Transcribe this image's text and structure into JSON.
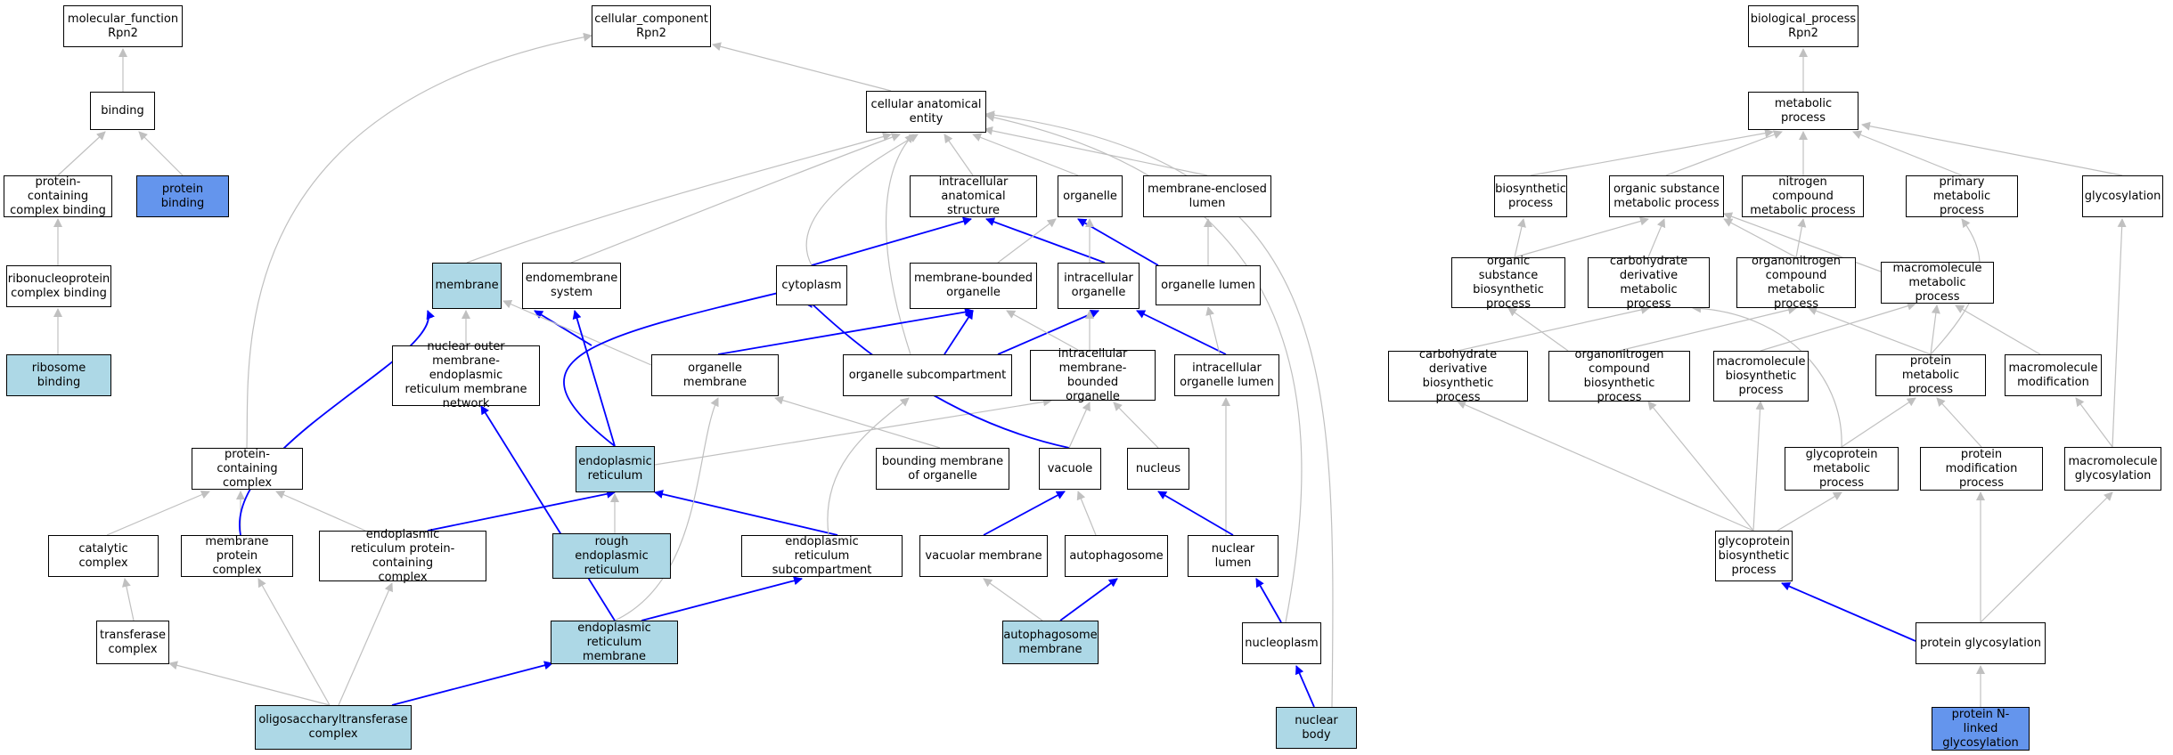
{
  "colors": {
    "edge_gray": "#c0c0c0",
    "edge_blue": "#0000ff",
    "node_light": "#add8e6",
    "node_blue": "#6495ed"
  },
  "nodes": {
    "mf_root": "molecular_function\nRpn2",
    "binding": "binding",
    "protein_containing_complex_binding": "protein-containing\ncomplex binding",
    "protein_binding": "protein binding",
    "ribonucleoprotein_complex_binding": "ribonucleoprotein\ncomplex binding",
    "ribosome_binding": "ribosome binding",
    "cc_root": "cellular_component\nRpn2",
    "cellular_anatomical_entity": "cellular anatomical\nentity",
    "intracellular_anatomical_structure": "intracellular\nanatomical structure",
    "organelle": "organelle",
    "membrane_enclosed_lumen": "membrane-enclosed\nlumen",
    "membrane": "membrane",
    "endomembrane_system": "endomembrane\nsystem",
    "cytoplasm": "cytoplasm",
    "membrane_bounded_organelle": "membrane-bounded\norganelle",
    "intracellular_organelle": "intracellular\norganelle",
    "organelle_lumen": "organelle lumen",
    "nuclear_outer_membrane_er_network": "nuclear outer\nmembrane-endoplasmic\nreticulum membrane\nnetwork",
    "organelle_membrane": "organelle membrane",
    "organelle_subcompartment": "organelle subcompartment",
    "intracellular_membrane_bounded_organelle": "intracellular\nmembrane-bounded\norganelle",
    "intracellular_organelle_lumen": "intracellular\norganelle lumen",
    "protein_containing_complex": "protein-containing\ncomplex",
    "endoplasmic_reticulum": "endoplasmic\nreticulum",
    "bounding_membrane_of_organelle": "bounding membrane\nof organelle",
    "vacuole": "vacuole",
    "nucleus": "nucleus",
    "catalytic_complex": "catalytic complex",
    "membrane_protein_complex": "membrane protein\ncomplex",
    "er_protein_containing_complex": "endoplasmic\nreticulum protein-containing\ncomplex",
    "rough_er": "rough endoplasmic\nreticulum",
    "er_subcompartment": "endoplasmic\nreticulum subcompartment",
    "vacuolar_membrane": "vacuolar membrane",
    "autophagosome": "autophagosome",
    "nuclear_lumen": "nuclear lumen",
    "transferase_complex": "transferase\ncomplex",
    "er_membrane": "endoplasmic\nreticulum membrane",
    "autophagosome_membrane": "autophagosome\nmembrane",
    "nucleoplasm": "nucleoplasm",
    "ost_complex": "oligosaccharyltransferase\ncomplex",
    "nuclear_body": "nuclear body",
    "bp_root": "biological_process\nRpn2",
    "metabolic_process": "metabolic process",
    "biosynthetic_process": "biosynthetic\nprocess",
    "organic_substance_metabolic_process": "organic substance\nmetabolic process",
    "nitrogen_compound_metabolic_process": "nitrogen compound\nmetabolic process",
    "primary_metabolic_process": "primary metabolic\nprocess",
    "glycosylation": "glycosylation",
    "organic_substance_biosynthetic_process": "organic substance\nbiosynthetic\nprocess",
    "carbohydrate_derivative_metabolic_process": "carbohydrate\nderivative metabolic\nprocess",
    "organonitrogen_compound_metabolic_process": "organonitrogen\ncompound metabolic\nprocess",
    "macromolecule_metabolic_process": "macromolecule\nmetabolic process",
    "carbohydrate_derivative_biosynthetic_process": "carbohydrate\nderivative biosynthetic\nprocess",
    "organonitrogen_compound_biosynthetic_process": "organonitrogen\ncompound biosynthetic\nprocess",
    "macromolecule_biosynthetic_process": "macromolecule\nbiosynthetic\nprocess",
    "protein_metabolic_process": "protein metabolic\nprocess",
    "macromolecule_modification": "macromolecule\nmodification",
    "glycoprotein_metabolic_process": "glycoprotein\nmetabolic process",
    "protein_modification_process": "protein modification\nprocess",
    "macromolecule_glycosylation": "macromolecule\nglycosylation",
    "glycoprotein_biosynthetic_process": "glycoprotein\nbiosynthetic\nprocess",
    "protein_glycosylation": "protein glycosylation",
    "protein_n_linked_glycosylation": "protein N-linked\nglycosylation"
  }
}
